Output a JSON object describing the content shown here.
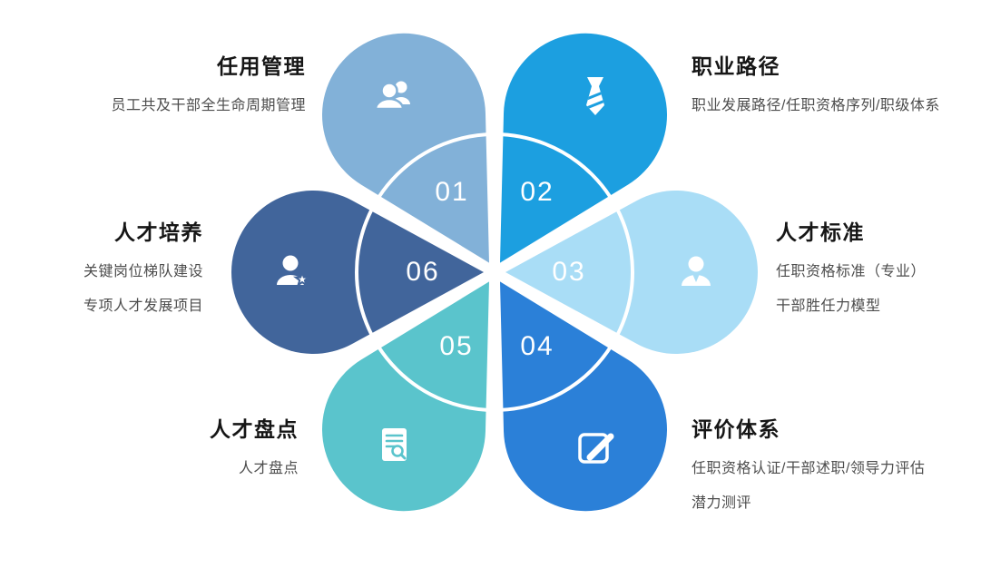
{
  "background": "#ffffff",
  "ring_color": "#ffffff",
  "petals": [
    {
      "number": "01",
      "title": "任用管理",
      "desc": [
        "员工共及干部全生命周期管理"
      ],
      "color": "#82B1D8",
      "icon": "users-icon"
    },
    {
      "number": "02",
      "title": "职业路径",
      "desc": [
        "职业发展路径/任职资格序列/职级体系"
      ],
      "color": "#1C9FE0",
      "icon": "tie-icon"
    },
    {
      "number": "03",
      "title": "人才标准",
      "desc": [
        "任职资格标准（专业）",
        "干部胜任力模型"
      ],
      "color": "#A9DDF6",
      "icon": "user-icon"
    },
    {
      "number": "04",
      "title": "评价体系",
      "desc": [
        "任职资格认证/干部述职/领导力评估",
        "潜力测评"
      ],
      "color": "#2B80D8",
      "icon": "edit-icon"
    },
    {
      "number": "05",
      "title": "人才盘点",
      "desc": [
        "人才盘点"
      ],
      "color": "#5AC4CC",
      "icon": "doc-search-icon"
    },
    {
      "number": "06",
      "title": "人才培养",
      "desc": [
        "关键岗位梯队建设",
        "专项人才发展项目"
      ],
      "color": "#41659B",
      "icon": "user-star-icon"
    }
  ]
}
